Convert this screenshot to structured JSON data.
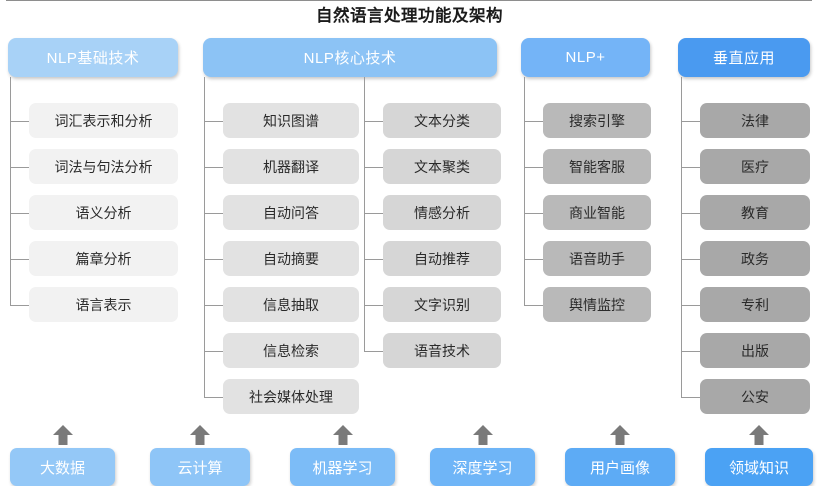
{
  "title": "自然语言处理功能及架构",
  "colors": {
    "header_1": "#a8d2f7",
    "header_2": "#8cc3f5",
    "header_3": "#74b4f7",
    "header_4": "#4a9af0",
    "item_1": "#f2f2f2",
    "item_2": "#e2e2e2",
    "item_3": "#d6d6d6",
    "item_4": "#b9b9b9",
    "item_5": "#a8a8a8",
    "connector": "#9a9a9a",
    "arrow": "#7a7a7a",
    "baseline": "#8e8e8e"
  },
  "headers": [
    {
      "label": "NLP基础技术",
      "color_key": "header_1"
    },
    {
      "label": "NLP核心技术",
      "color_key": "header_2"
    },
    {
      "label": "NLP+",
      "color_key": "header_3"
    },
    {
      "label": "垂直应用",
      "color_key": "header_4"
    }
  ],
  "columns": [
    {
      "name": "nlp-basic",
      "items": [
        "词汇表示和分析",
        "词法与句法分析",
        "语义分析",
        "篇章分析",
        "语言表示"
      ]
    },
    {
      "name": "nlp-core-left",
      "items": [
        "知识图谱",
        "机器翻译",
        "自动问答",
        "自动摘要",
        "信息抽取",
        "信息检索",
        "社会媒体处理"
      ]
    },
    {
      "name": "nlp-core-right",
      "items": [
        "文本分类",
        "文本聚类",
        "情感分析",
        "自动推荐",
        "文字识别",
        "语音技术"
      ]
    },
    {
      "name": "nlp-plus",
      "items": [
        "搜索引擎",
        "智能客服",
        "商业智能",
        "语音助手",
        "舆情监控"
      ]
    },
    {
      "name": "vertical-application",
      "items": [
        "法律",
        "医疗",
        "教育",
        "政务",
        "专利",
        "出版",
        "公安"
      ]
    }
  ],
  "foundation": {
    "items": [
      {
        "label": "大数据",
        "color": "#94c8f7"
      },
      {
        "label": "云计算",
        "color": "#8ec5f7"
      },
      {
        "label": "机器学习",
        "color": "#7cbcf7"
      },
      {
        "label": "深度学习",
        "color": "#6fb5f7"
      },
      {
        "label": "用户画像",
        "color": "#5dabf5"
      },
      {
        "label": "领域知识",
        "color": "#4ba2f4"
      }
    ],
    "arrow_icon": "arrow-up-icon"
  }
}
